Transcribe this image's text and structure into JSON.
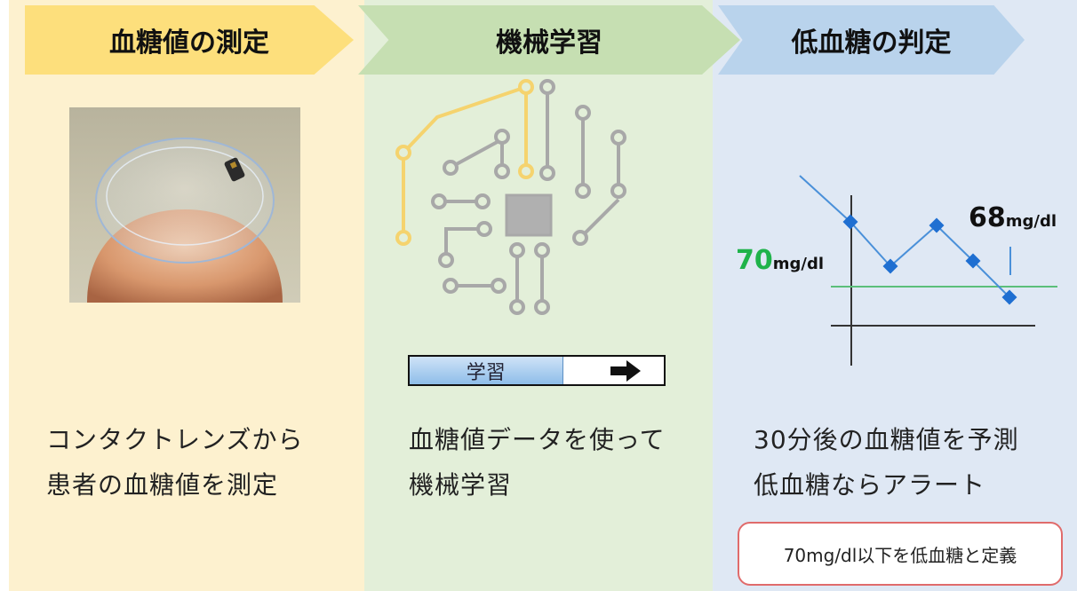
{
  "steps": [
    {
      "title": "血糖値の測定",
      "lines": [
        "コンタクトレンズから",
        "患者の血糖値を測定"
      ]
    },
    {
      "title": "機械学習",
      "lines": [
        "血糖値データを使って",
        "機械学習"
      ]
    },
    {
      "title": "低血糖の判定",
      "lines": [
        "30分後の血糖値を予測",
        "低血糖ならアラート"
      ]
    }
  ],
  "learning_bar": {
    "label": "学習",
    "progress": 0.6
  },
  "chart": {
    "threshold_value": "70",
    "threshold_unit": "mg/dl",
    "alert_value": "68",
    "alert_unit": "mg/dl"
  },
  "definition": "70mg/dl以下を低血糖と定義",
  "colors": {
    "step1_bg": "#fdf1cf",
    "step1_chevron": "#fddf7c",
    "step2_bg": "#e3efd9",
    "step2_chevron": "#c6dfb2",
    "step3_bg": "#dfe8f4",
    "step3_chevron": "#b9d3ec",
    "threshold_line": "#5bbf7a",
    "data_point": "#1f6fd1",
    "circuit_highlight": "#f5d36e",
    "circuit": "#a8a8a8",
    "alert_border": "#e06b6b"
  },
  "icons": [
    "contact-lens-photo",
    "circuit-icon",
    "arrow-right-icon"
  ]
}
